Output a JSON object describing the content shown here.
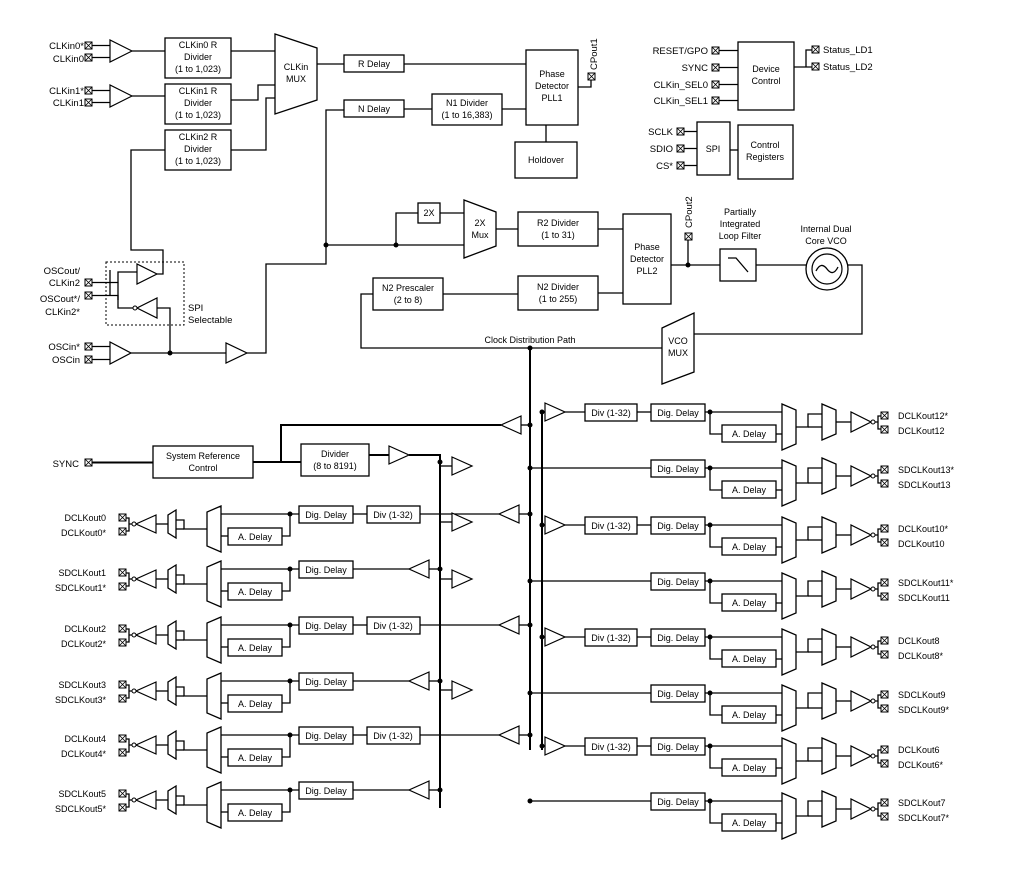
{
  "inputs": {
    "clkin0_n": "CLKin0*",
    "clkin0": "CLKin0",
    "clkin1_n": "CLKin1*",
    "clkin1": "CLKin1",
    "oscout_clkin2": [
      "OSCout/",
      "CLKin2"
    ],
    "oscout_n_clkin2_n": [
      "OSCout*/",
      "CLKin2*"
    ],
    "spi_selectable": [
      "SPI",
      "Selectable"
    ],
    "oscin_n": "OSCin*",
    "oscin": "OSCin",
    "sync": "SYNC"
  },
  "blocks": {
    "clkin0_r_div": [
      "CLKin0 R",
      "Divider",
      "(1 to 1,023)"
    ],
    "clkin1_r_div": [
      "CLKin1 R",
      "Divider",
      "(1 to 1,023)"
    ],
    "clkin2_r_div": [
      "CLKin2 R",
      "Divider",
      "(1 to 1,023)"
    ],
    "clkin_mux": [
      "CLKin",
      "MUX"
    ],
    "r_delay": "R Delay",
    "n_delay": "N Delay",
    "n1_div": [
      "N1 Divider",
      "(1 to 16,383)"
    ],
    "pd_pll1": [
      "Phase",
      "Detector",
      "PLL1"
    ],
    "holdover": "Holdover",
    "cpout1": "CPout1",
    "x2": "2X",
    "x2_mux": [
      "2X",
      "Mux"
    ],
    "r2_div": [
      "R2 Divider",
      "(1 to 31)"
    ],
    "n2_prescaler": [
      "N2 Prescaler",
      "(2 to 8)"
    ],
    "n2_div": [
      "N2 Divider",
      "(1 to 255)"
    ],
    "pd_pll2": [
      "Phase",
      "Detector",
      "PLL2"
    ],
    "cpout2": "CPout2",
    "loop_filter": [
      "Partially",
      "Integrated",
      "Loop Filter"
    ],
    "vco": [
      "Internal Dual",
      "Core VCO"
    ],
    "vco_mux": [
      "VCO",
      "MUX"
    ],
    "clock_path": "Clock Distribution Path",
    "sysref_ctrl": [
      "System Reference",
      "Control"
    ],
    "sysref_div": [
      "Divider",
      "(8 to 8191)"
    ],
    "device_ctrl": [
      "Device",
      "Control"
    ],
    "spi": "SPI",
    "ctrl_regs": [
      "Control",
      "Registers"
    ],
    "div_132": "Div (1-32)",
    "dig_delay": "Dig. Delay",
    "a_delay": "A. Delay"
  },
  "control_pins": {
    "reset_gpo": "RESET/GPO",
    "sync": "SYNC",
    "clkin_sel0": "CLKin_SEL0",
    "clkin_sel1": "CLKin_SEL1",
    "status_ld1": "Status_LD1",
    "status_ld2": "Status_LD2",
    "sclk": "SCLK",
    "sdio": "SDIO",
    "cs": "CS*"
  },
  "right_outputs": [
    {
      "a": "DCLKout12*",
      "b": "DCLKout12",
      "has_div": true
    },
    {
      "a": "SDCLKout13*",
      "b": "SDCLKout13",
      "has_div": false
    },
    {
      "a": "DCLKout10*",
      "b": "DCLKout10",
      "has_div": true
    },
    {
      "a": "SDCLKout11*",
      "b": "SDCLKout11",
      "has_div": false
    },
    {
      "a": "DCLKout8",
      "b": "DCLKout8*",
      "has_div": true
    },
    {
      "a": "SDCLKout9",
      "b": "SDCLKout9*",
      "has_div": false
    },
    {
      "a": "DCLKout6",
      "b": "DCLKout6*",
      "has_div": true
    },
    {
      "a": "SDCLKout7",
      "b": "SDCLKout7*",
      "has_div": false
    }
  ],
  "left_outputs": [
    {
      "a": "DCLKout0",
      "b": "DCLKout0*",
      "has_div": true
    },
    {
      "a": "SDCLKout1",
      "b": "SDCLKout1*",
      "has_div": false
    },
    {
      "a": "DCLKout2",
      "b": "DCLKout2*",
      "has_div": true
    },
    {
      "a": "SDCLKout3",
      "b": "SDCLKout3*",
      "has_div": false
    },
    {
      "a": "DCLKout4",
      "b": "DCLKout4*",
      "has_div": true
    },
    {
      "a": "SDCLKout5",
      "b": "SDCLKout5*",
      "has_div": false
    }
  ]
}
